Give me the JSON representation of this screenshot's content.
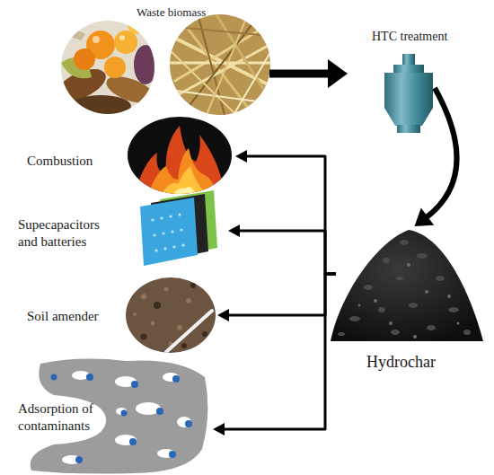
{
  "diagram": {
    "nodes": [
      {
        "text": [
          "Waste biomass"
        ]
      },
      {
        "text": [
          "HTC treatment"
        ]
      },
      {
        "text": [
          "Hydrochar"
        ]
      },
      {
        "text": [
          "Combustion"
        ]
      },
      {
        "text": [
          "Supecapacitors and batteries"
        ]
      },
      {
        "text": [
          "Soil amender"
        ]
      },
      {
        "text": [
          "Adsorption of contaminants"
        ]
      }
    ],
    "edges": [
      {
        "from": 0,
        "to": 1,
        "arrow": "to"
      },
      {
        "from": 1,
        "to": 2,
        "arrow": "to"
      },
      {
        "from": 2,
        "to": 3,
        "arrow": "to"
      },
      {
        "from": 2,
        "to": 4,
        "arrow": "to"
      },
      {
        "from": 2,
        "to": 5,
        "arrow": "to"
      },
      {
        "from": 2,
        "to": 6,
        "arrow": "to"
      }
    ]
  }
}
